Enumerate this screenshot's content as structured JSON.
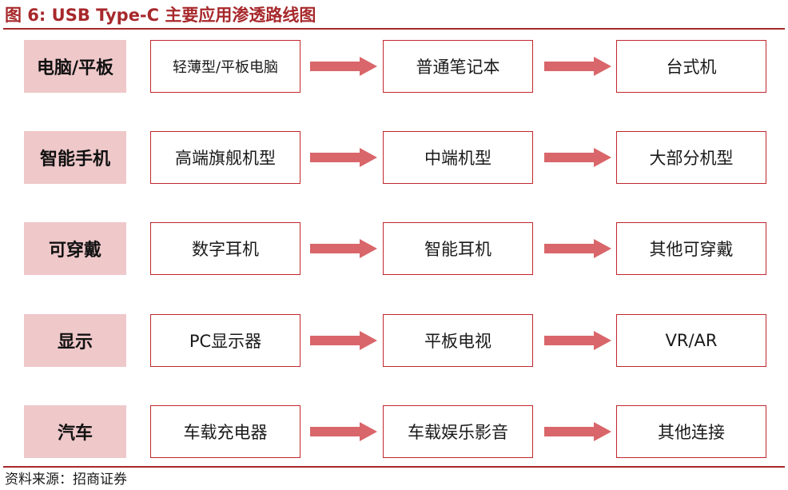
{
  "figure": {
    "number": "图 6:",
    "title": "USB Type-C 主要应用渗透路线图"
  },
  "colors": {
    "accent": "#a7282b",
    "category_fill": "#efc8ca",
    "box_border": "#c0272d",
    "arrow_fill": "#d9666a"
  },
  "rows": [
    {
      "category": "电脑/平板",
      "stages": [
        "轻薄型/平板电脑",
        "普通笔记本",
        "台式机"
      ]
    },
    {
      "category": "智能手机",
      "stages": [
        "高端旗舰机型",
        "中端机型",
        "大部分机型"
      ]
    },
    {
      "category": "可穿戴",
      "stages": [
        "数字耳机",
        "智能耳机",
        "其他可穿戴"
      ]
    },
    {
      "category": "显示",
      "stages": [
        "PC显示器",
        "平板电视",
        "VR/AR"
      ]
    },
    {
      "category": "汽车",
      "stages": [
        "车载充电器",
        "车载娱乐影音",
        "其他连接"
      ]
    }
  ],
  "source": "资料来源：招商证券"
}
